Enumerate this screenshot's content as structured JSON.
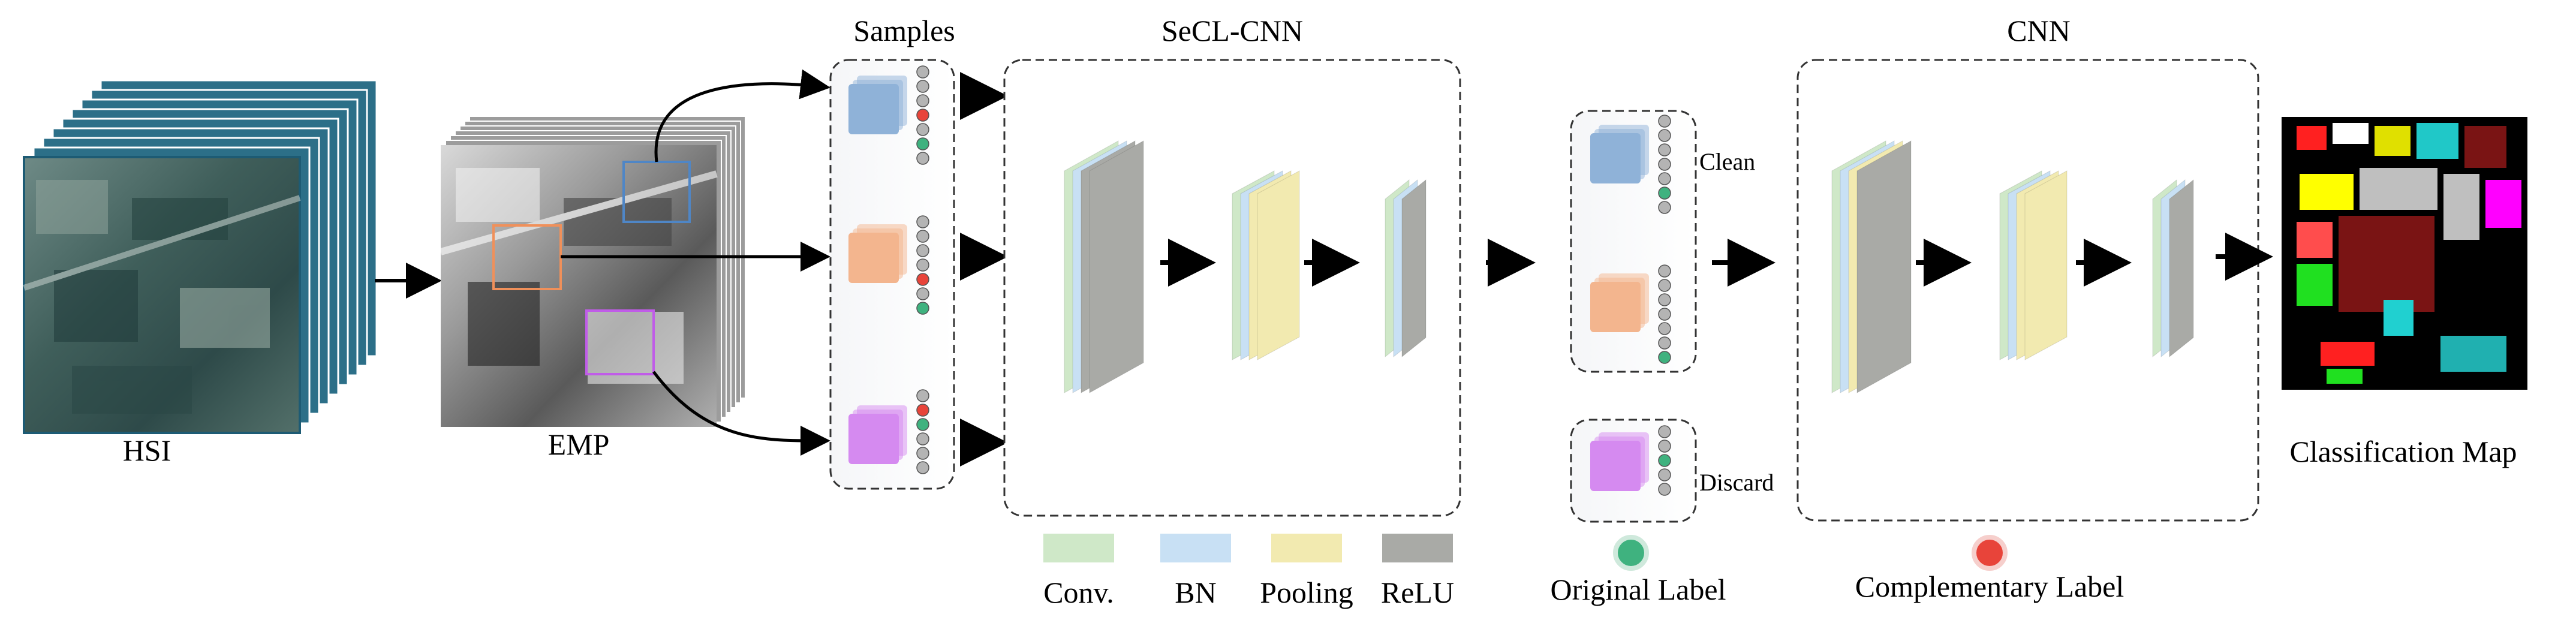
{
  "labels": {
    "hsi": "HSI",
    "emp": "EMP",
    "samples": "Samples",
    "secl_cnn": "SeCL-CNN",
    "cnn": "CNN",
    "clean": "Clean",
    "discard": "Discard",
    "classification_map": "Classification Map"
  },
  "legend": {
    "conv": "Conv.",
    "bn": "BN",
    "pooling": "Pooling",
    "relu": "ReLU",
    "original_label": "Original Label",
    "complementary_label": "Complementary Label"
  },
  "colors": {
    "conv": "#cfe8c8",
    "bn": "#c8e0f4",
    "pooling": "#f2eab0",
    "relu": "#a9aaa6",
    "original_label": "#3fb27f",
    "complementary_label": "#e8443a",
    "neutral_dot": "#b4b4b4",
    "cube_blue": "#8fb2d8",
    "cube_orange": "#f3b58e",
    "cube_purple": "#d58af0",
    "box_blue": "#4f86c6",
    "box_orange": "#f0905a",
    "box_purple": "#c05ce8",
    "hsi_band": "#1d5b74"
  },
  "samples": {
    "blue": [
      "neutral",
      "neutral",
      "neutral",
      "complementary",
      "neutral",
      "original",
      "neutral"
    ],
    "orange": [
      "neutral",
      "neutral",
      "neutral",
      "neutral",
      "complementary",
      "neutral",
      "original"
    ],
    "purple": [
      "neutral",
      "complementary",
      "original",
      "neutral",
      "neutral",
      "neutral"
    ]
  },
  "clean_samples": {
    "blue": [
      "neutral",
      "neutral",
      "neutral",
      "neutral",
      "neutral",
      "original",
      "neutral"
    ],
    "orange": [
      "neutral",
      "neutral",
      "neutral",
      "neutral",
      "neutral",
      "neutral",
      "original"
    ]
  },
  "discard_samples": {
    "purple": [
      "neutral",
      "neutral",
      "original",
      "neutral",
      "neutral"
    ]
  }
}
